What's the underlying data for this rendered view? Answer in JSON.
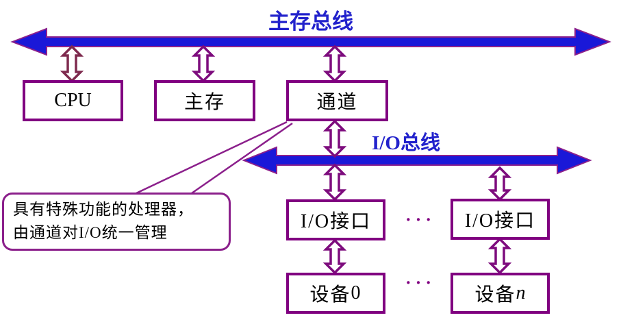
{
  "diagram_title": "主存总线",
  "labels": {
    "main_bus": "主存总线",
    "io_bus": "I/O总线"
  },
  "boxes": {
    "cpu": "CPU",
    "main_memory": "主存",
    "channel": "通道",
    "io_interface_left": "I/O接口",
    "io_interface_right": "I/O接口",
    "device0_prefix": "设备",
    "device0_suffix": "0",
    "devicen_prefix": "设备",
    "devicen_suffix": "n"
  },
  "callout": {
    "line1": "具有特殊功能的处理器，",
    "line2": "由通道对I/O统一管理"
  },
  "ellipsis": "···",
  "colors": {
    "bus_fill": "#1a18d8",
    "bus_outline": "#8b1f8b",
    "box_border": "#800080",
    "arrow_outline": "#7d0c7d",
    "cpu_arrow_outline": "#7e2a4e",
    "label_blue": "#2222cc",
    "callout_border": "#8b1f8b",
    "text_black": "#000000"
  }
}
